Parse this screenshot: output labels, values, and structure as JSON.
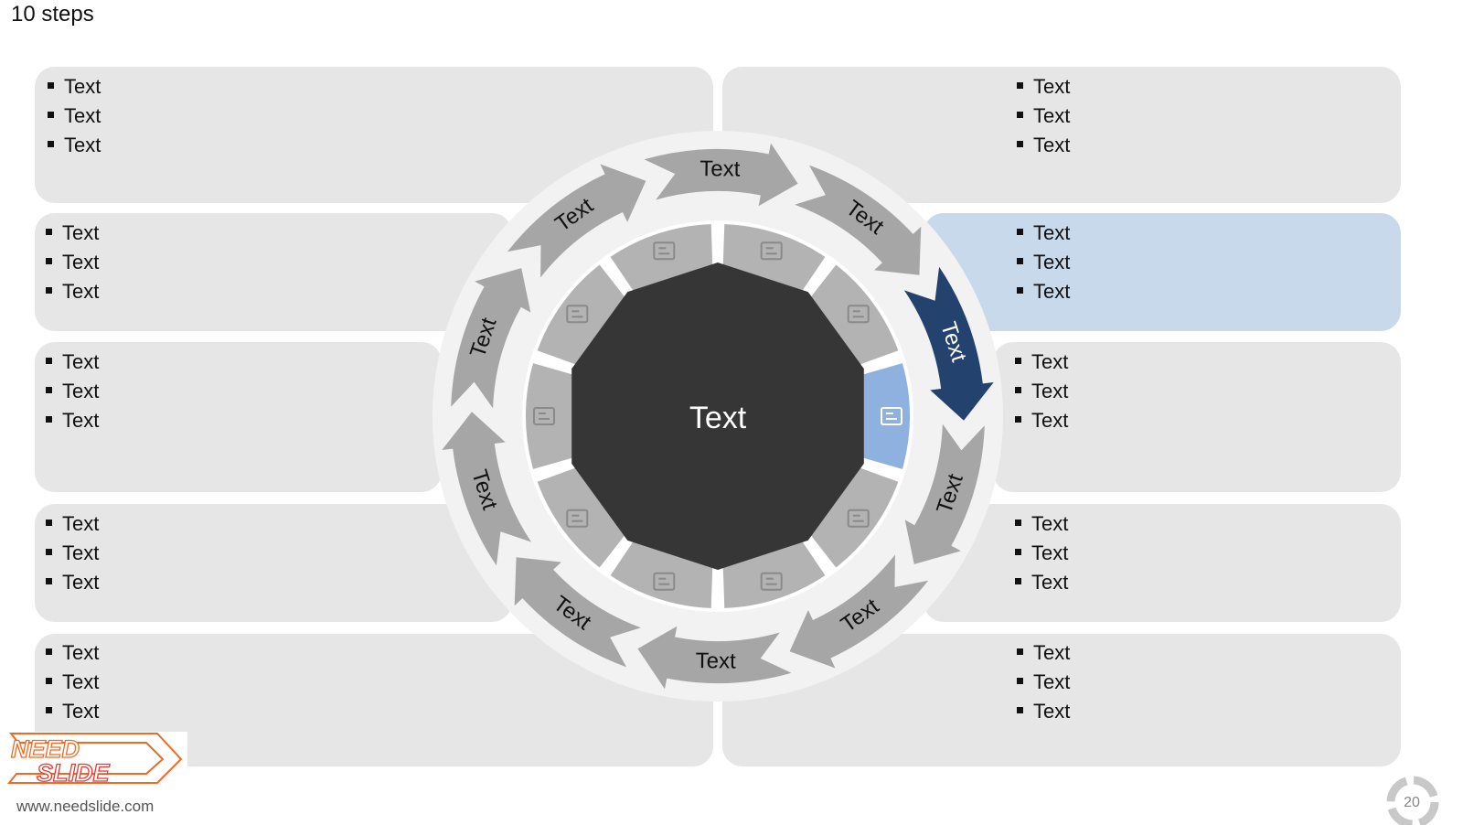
{
  "slide": {
    "title": "10 steps",
    "page_number": "20",
    "website": "www.needslide.com",
    "logo_line1": "NEED",
    "logo_line2": "SLIDE"
  },
  "center": {
    "label": "Text"
  },
  "steps": [
    {
      "label": "Text",
      "icon": "briefcase-icon"
    },
    {
      "label": "Text",
      "icon": "calculator-coins-icon"
    },
    {
      "label": "Text",
      "icon": "bar-chart-icon"
    },
    {
      "label": "Text",
      "icon": "pie-chart-icon"
    },
    {
      "label": "Text",
      "icon": "document-icon"
    },
    {
      "label": "Text",
      "icon": "currency-exchange-icon"
    },
    {
      "label": "Text",
      "icon": "cash-calculator-icon"
    },
    {
      "label": "Text",
      "icon": "edit-document-icon"
    },
    {
      "label": "Text",
      "icon": "gears-icon"
    },
    {
      "label": "Text",
      "icon": "book-gear-icon"
    }
  ],
  "panels": {
    "left": [
      {
        "items": [
          "Text",
          "Text",
          "Text"
        ]
      },
      {
        "items": [
          "Text",
          "Text",
          "Text"
        ]
      },
      {
        "items": [
          "Text",
          "Text",
          "Text"
        ]
      },
      {
        "items": [
          "Text",
          "Text",
          "Text"
        ]
      },
      {
        "items": [
          "Text",
          "Text",
          "Text"
        ]
      }
    ],
    "right": [
      {
        "items": [
          "Text",
          "Text",
          "Text"
        ]
      },
      {
        "items": [
          "Text",
          "Text",
          "Text"
        ]
      },
      {
        "items": [
          "Text",
          "Text",
          "Text"
        ]
      },
      {
        "items": [
          "Text",
          "Text",
          "Text"
        ]
      },
      {
        "items": [
          "Text",
          "Text",
          "Text"
        ]
      }
    ]
  },
  "colors": {
    "panel": "#e6e6e6",
    "panel_highlight": "#c9d9ec",
    "arrow": "#a6a6a6",
    "arrow_active": "#24426e",
    "segment": "#b3b3b3",
    "segment_active": "#8fb1e0",
    "center": "#363636",
    "ring": "#f2f2f2"
  }
}
